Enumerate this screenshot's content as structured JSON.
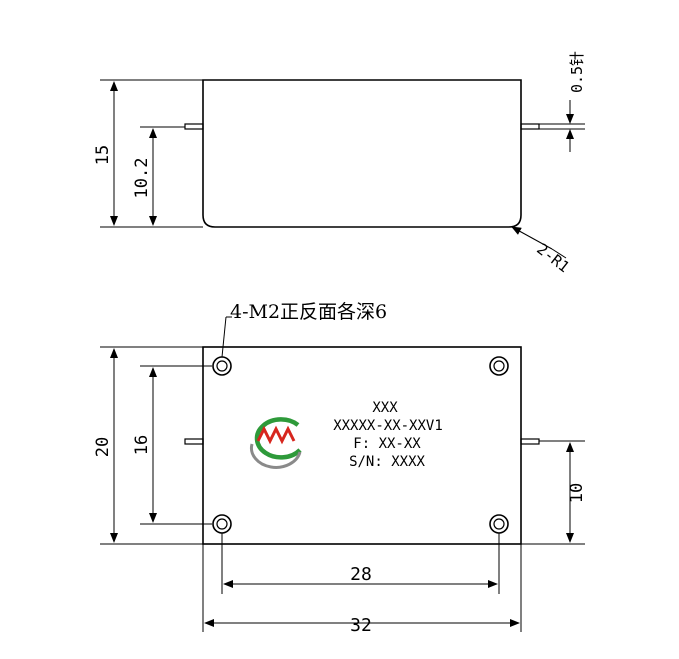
{
  "side_view": {
    "dim_height": "15",
    "dim_pin_height": "10.2",
    "dim_pin_diameter": "0.5针",
    "corner_radius": "2-R1"
  },
  "top_view": {
    "mount_note": "4-M2正反面各深6",
    "dim_height": "20",
    "dim_hole_spacing_v": "16",
    "dim_pin_offset": "10",
    "dim_hole_spacing_h": "28",
    "dim_width": "32",
    "label": {
      "line1": "XXX",
      "line2": "XXXXX-XX-XXV1",
      "line3": "F: XX-XX",
      "line4": "S/N: XXXX"
    }
  },
  "colors": {
    "logo_red": "#d7261e",
    "logo_green": "#2e9a3a",
    "logo_gray": "#8a8a8a"
  }
}
